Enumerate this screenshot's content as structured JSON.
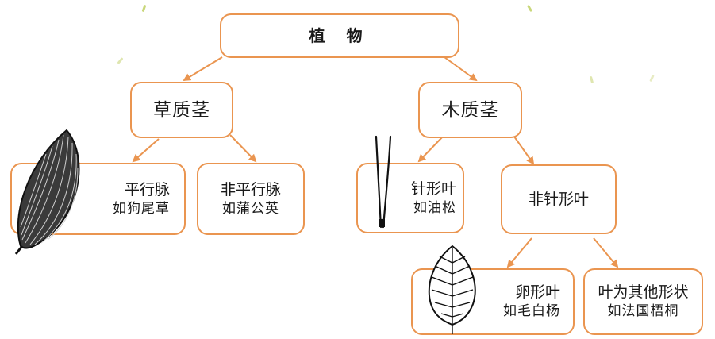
{
  "colors": {
    "border": "#ea9550",
    "arrow": "#ea9550",
    "text": "#1a1a1a",
    "accent_speck": "#c9d77a"
  },
  "icons": [
    "grass-leaf-icon",
    "pine-needle-icon",
    "poplar-leaf-icon"
  ],
  "root": {
    "label": "植 物"
  },
  "herbaceous": {
    "label": "草质茎"
  },
  "woody": {
    "label": "木质茎"
  },
  "parallel_vein": {
    "label": "平行脉",
    "example": "如狗尾草"
  },
  "non_parallel_vein": {
    "label": "非平行脉",
    "example": "如蒲公英"
  },
  "needle_leaf": {
    "label": "针形叶",
    "example": "如油松"
  },
  "non_needle_leaf": {
    "label": "非针形叶"
  },
  "ovate_leaf": {
    "label": "卵形叶",
    "example": "如毛白杨"
  },
  "other_leaf": {
    "label": "叶为其他形状",
    "example": "如法国梧桐"
  }
}
